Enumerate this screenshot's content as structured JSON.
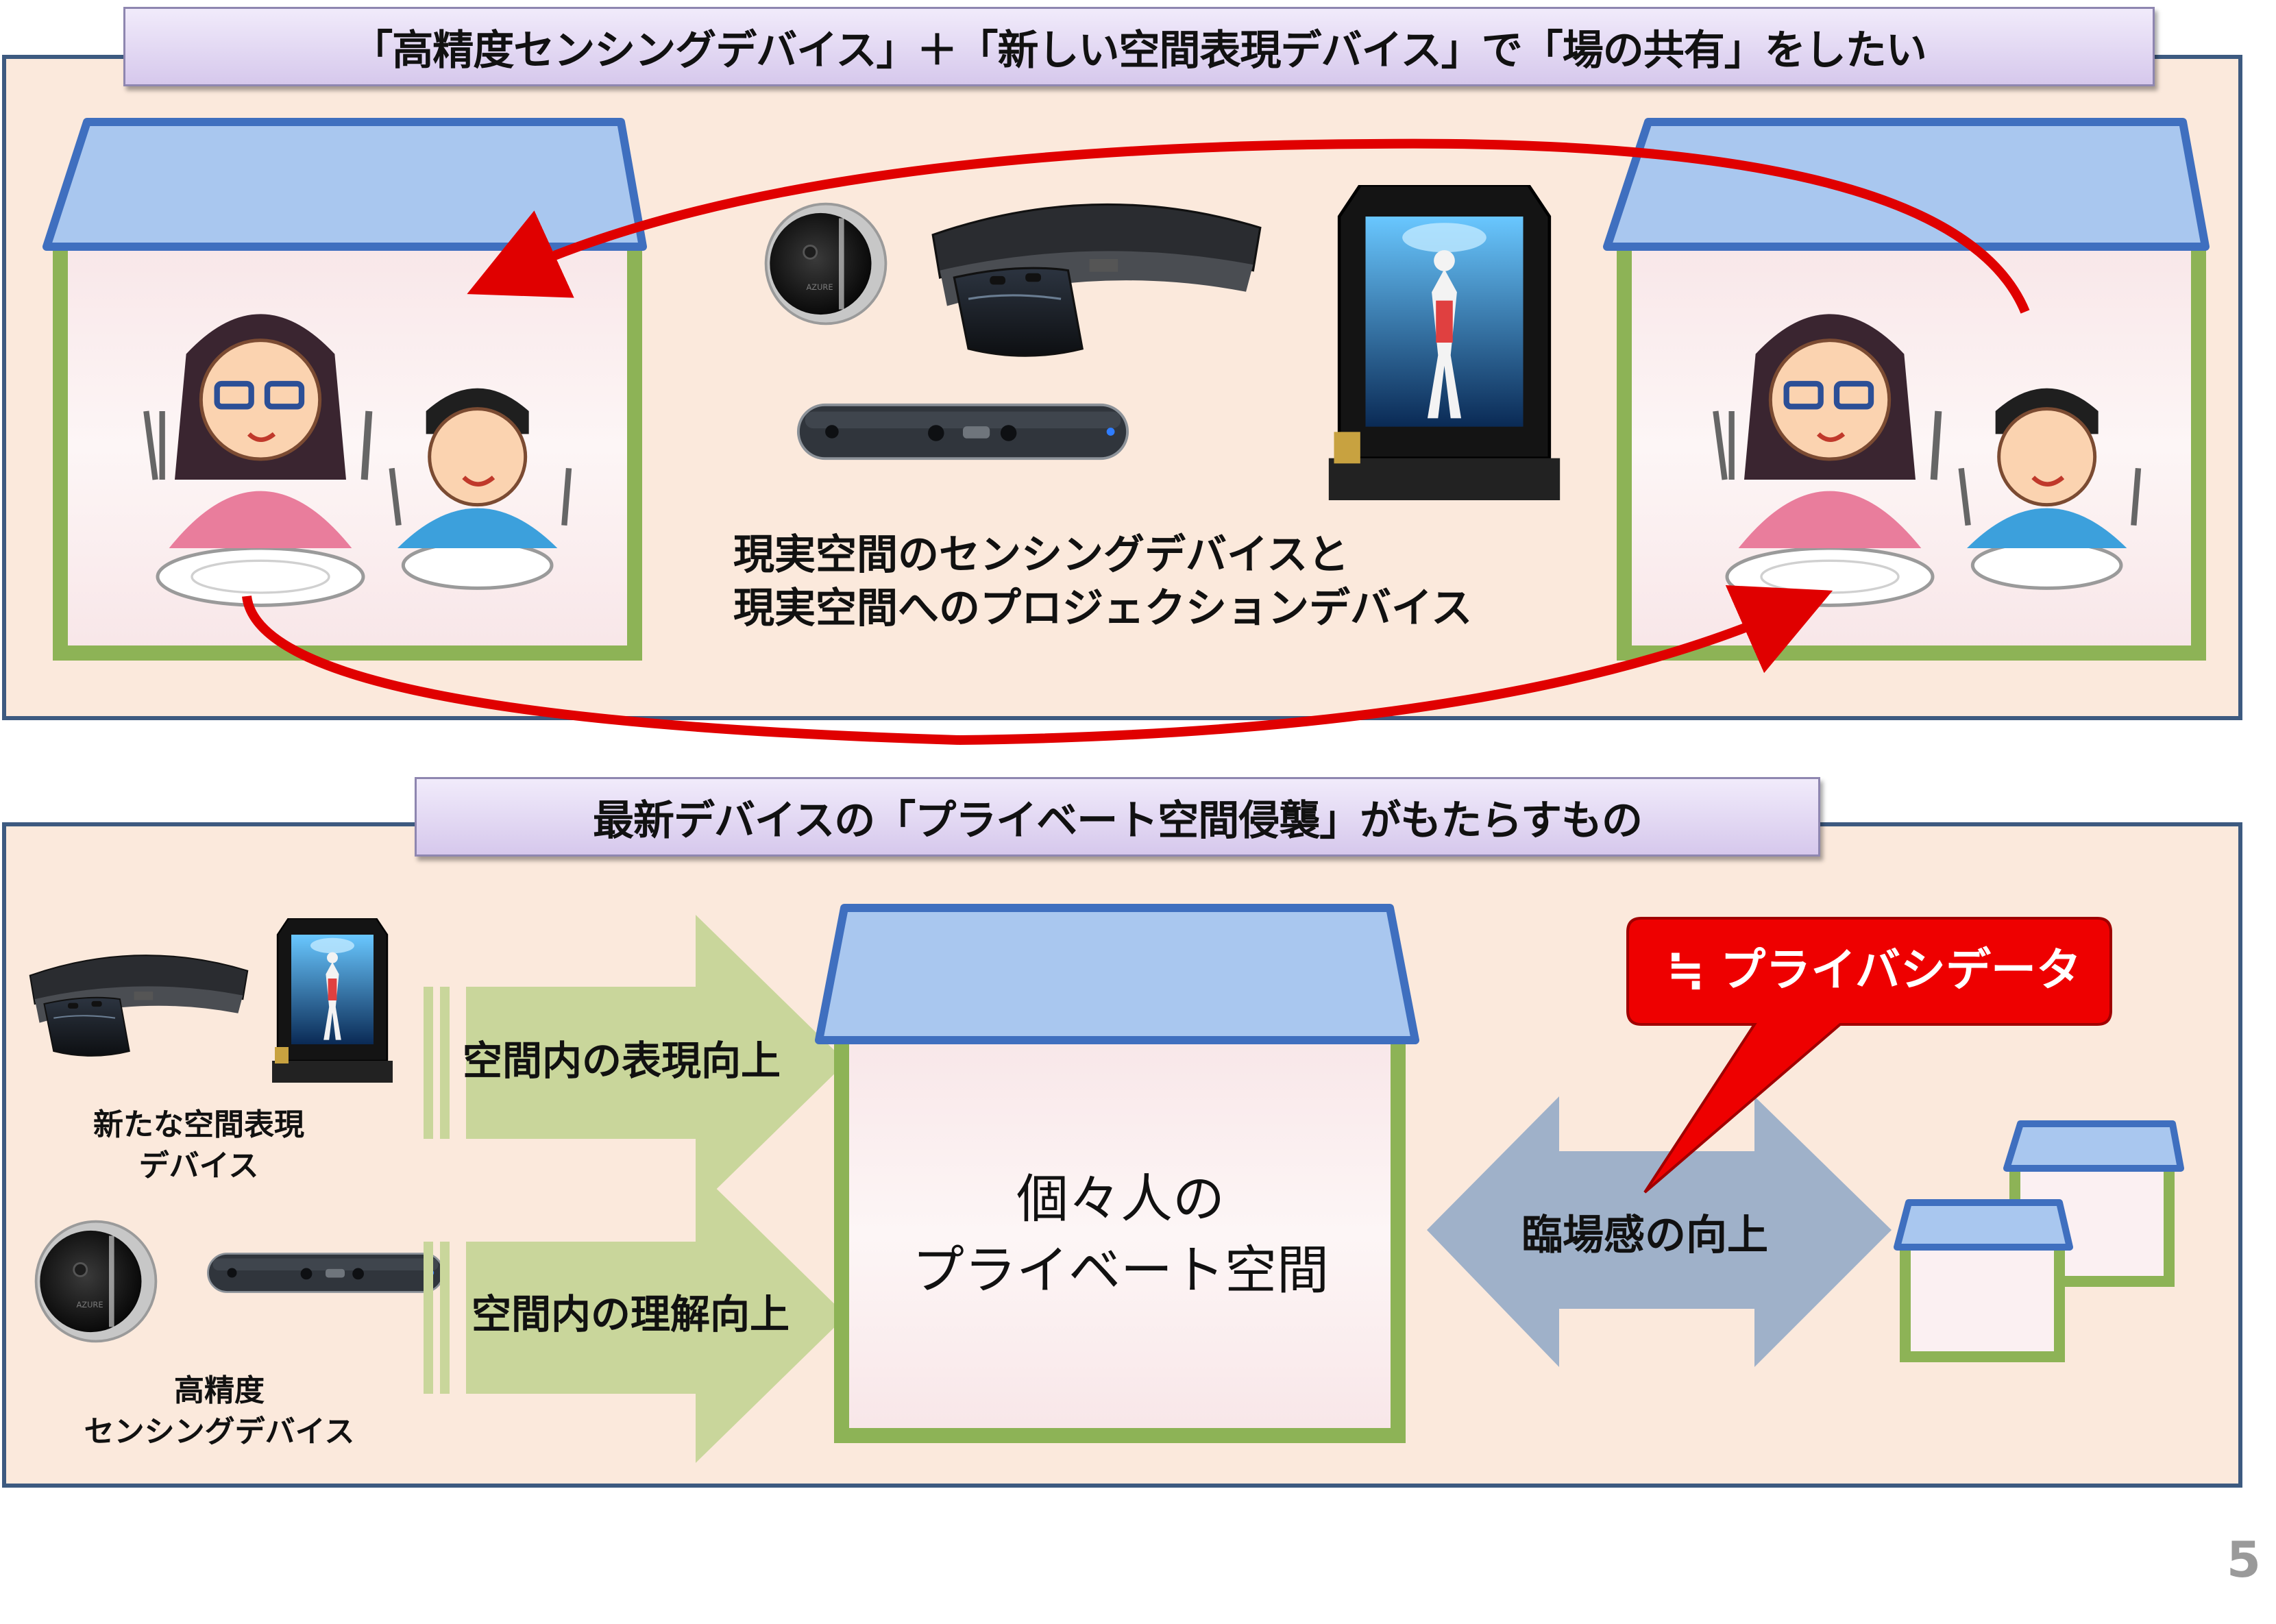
{
  "top_section": {
    "title": "「高精度センシングデバイス」＋「新しい空間表現デバイス」で「場の共有」をしたい",
    "caption_line1": "現実空間のセンシングデバイスと",
    "caption_line2": "現実空間へのプロジェクションデバイス"
  },
  "bottom_section": {
    "title": "最新デバイスの「プライベート空間侵襲」がもたらすもの",
    "new_device_label_line1": "新たな空間表現",
    "new_device_label_line2": "デバイス",
    "sensing_label_line1": "高精度",
    "sensing_label_line2": "センシングデバイス",
    "arrow_expression": "空間内の表現向上",
    "arrow_understanding": "空間内の理解向上",
    "house_text_line1": "個々人の",
    "house_text_line2": "プライベート空間",
    "double_arrow_label": "臨場感の向上",
    "callout": "≒ プライバシデータ"
  },
  "page_number": "5",
  "colors": {
    "panel_fill": "#fbe9dc",
    "panel_border": "#3d5a80",
    "title_fill": "#d9cdee",
    "roof_fill": "#a9c7ef",
    "roof_border": "#3f6fbf",
    "wall_border": "#8db356",
    "green_arrow": "#c9d69b",
    "double_arrow": "#9fb1c9",
    "red_arrow": "#e00000",
    "callout_fill": "#ee0000"
  },
  "icons": {
    "sensor_puck": "kinect-puck-sensor-icon",
    "headset": "mixed-reality-headset-icon",
    "depth_camera_bar": "depth-camera-bar-icon",
    "hologram_case": "hologram-display-case-icon",
    "family": "family-eating-icon"
  }
}
